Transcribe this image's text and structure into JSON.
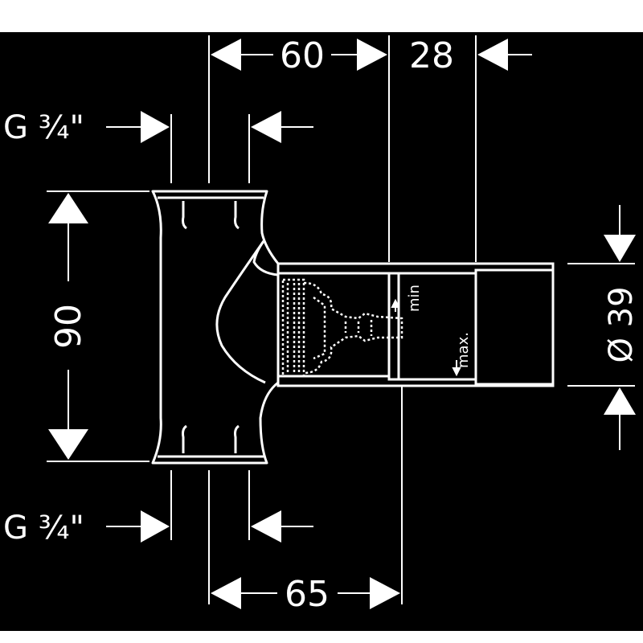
{
  "colors": {
    "background": "#000000",
    "line": "#ffffff",
    "arrow_fill": "#ffffff",
    "frame": "#ffffff"
  },
  "dimensions": {
    "top_left": "60",
    "top_right": "28",
    "height": "90",
    "bottom": "65",
    "diameter": "Ø 39"
  },
  "thread_labels": {
    "top": "G ¾\"",
    "bottom": "G ¾\""
  },
  "internal_labels": {
    "min": "min",
    "max": "max."
  }
}
